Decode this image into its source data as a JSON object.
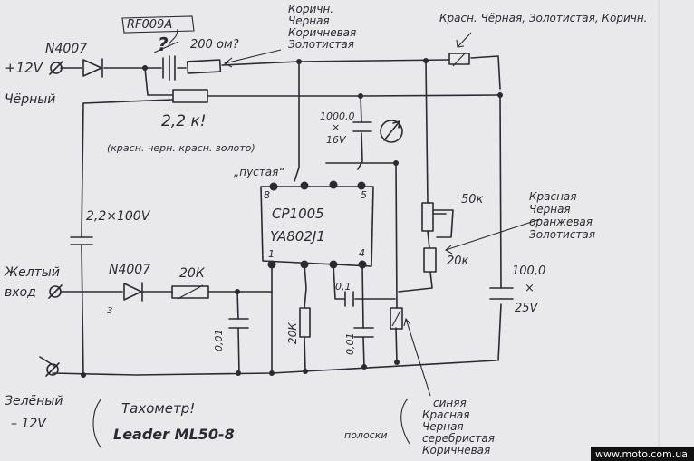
{
  "labels": {
    "ic_part": "RF009A",
    "question": "?",
    "d1_name": "N4007",
    "d2_name": "N4007",
    "plus12": "+12V",
    "black": "Чёрный",
    "r_200": "200 ом?",
    "r_200_colors": [
      "Коричн.",
      "Черная",
      "Коричневая",
      "Золотистая"
    ],
    "r_top_right_colors": "Красн. Чёрная, Золотистая, Коричн.",
    "r_22k": "2,2 к!",
    "r_22k_colors": "(красн. черн. красн. золото)",
    "cap_1000": [
      "1000,0",
      "×",
      "16V"
    ],
    "empty_pin": "„пустая“",
    "chip_line1": "CP1005",
    "chip_line2": "YA802J1",
    "pin8": "8",
    "pin5": "5",
    "pin1": "1",
    "pin4": "4",
    "cap_22": "2,2×100V",
    "pot_50k": "50к",
    "r_20k_right": "20к",
    "r_20k_colors": [
      "Красная",
      "Черная",
      "оранжевая",
      "Золотистая"
    ],
    "cap_100": [
      "100,0",
      "×",
      "25V"
    ],
    "yellow": "Желтый",
    "input": "вход",
    "r_20k_input": "20К",
    "cap_001_a": "0,01",
    "cap_001_b": "0,01",
    "cap_01": "0,1",
    "r_20k_vertical": "20К",
    "green": "Зелёный",
    "minus12": "– 12V",
    "tacho_title": "Тахометр!",
    "tacho_model": "Leader ML50-8",
    "stripes": "полоски",
    "stripe_colors": [
      "синяя",
      "Красная",
      "Черная",
      "серебристая",
      "Коричневая"
    ],
    "watermark": "www.moto.com.ua",
    "small_3": "3"
  }
}
